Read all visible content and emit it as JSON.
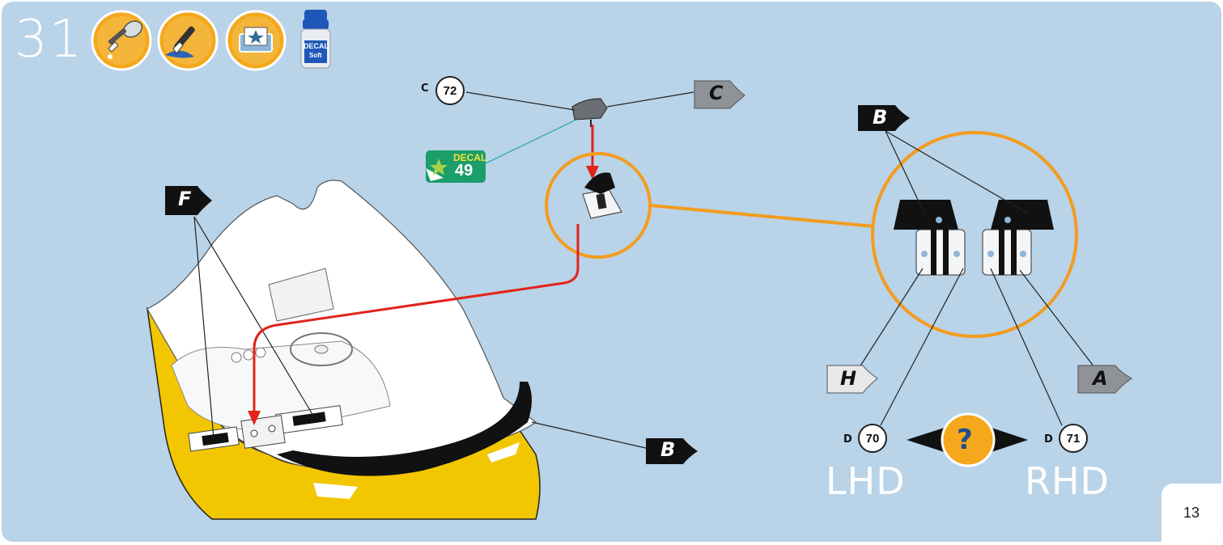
{
  "step": {
    "number": "31",
    "page_number": "13"
  },
  "tool_icons": [
    "glue-brush-icon",
    "paint-brush-icon",
    "decal-water-tray-icon",
    "decal-soft-bottle-icon"
  ],
  "bottle_label": {
    "line1": "DECAL",
    "line2": "Soft"
  },
  "parts": {
    "top_part": {
      "prefix": "C",
      "number": "72",
      "color_flag": "C"
    },
    "decal": {
      "label": "DECAL",
      "number": "49"
    },
    "bumper_color_flag": "B",
    "interior_color_flag": "F",
    "detail_top_flag": "B",
    "detail_left_flag": "H",
    "detail_right_flag": "A",
    "lhd_part": {
      "prefix": "D",
      "number": "70",
      "label": "LHD"
    },
    "rhd_part": {
      "prefix": "D",
      "number": "71",
      "label": "RHD"
    }
  },
  "question_symbol": "?",
  "colors": {
    "background": "#b9d3e8",
    "highlight_orange": "#f39c1f",
    "arrow_red": "#e2231a",
    "car_yellow": "#f2c600",
    "decal_green": "#1a9e6a",
    "flag_black": "#111111",
    "flag_grey": "#8f9397",
    "flag_light": "#e6e8ea"
  }
}
